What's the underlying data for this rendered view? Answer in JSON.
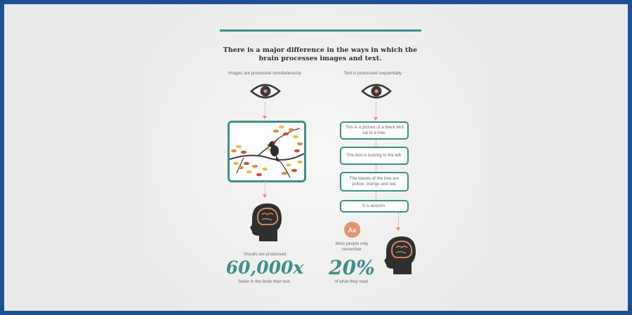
{
  "heading": "There is a major difference in the ways in which the brain processes images and text.",
  "left": {
    "label": "Images are processed simultaneously",
    "caption_top": "Visuals are processed",
    "big_number": "60,000x",
    "caption_bottom": "faster in the brain than text."
  },
  "right": {
    "label": "Text is processed sequentially",
    "boxes": [
      "This is a picture of a black bird sat in a tree.",
      "The bird is looking to the left.",
      "The leaves of the tree are yellow, orange and red.",
      "It is autumn."
    ],
    "badge": "Aa",
    "caption_top": "Most people only remember",
    "big_number": "20%",
    "caption_bottom": "of what they read."
  },
  "colors": {
    "frame": "#1d5196",
    "teal": "#3f8f8a",
    "orange": "#e0906c",
    "dark": "#3a3a3a"
  },
  "icons": [
    "eye-icon",
    "bird-in-tree-illustration",
    "head-with-brain-icon",
    "aa-text-badge-icon"
  ]
}
